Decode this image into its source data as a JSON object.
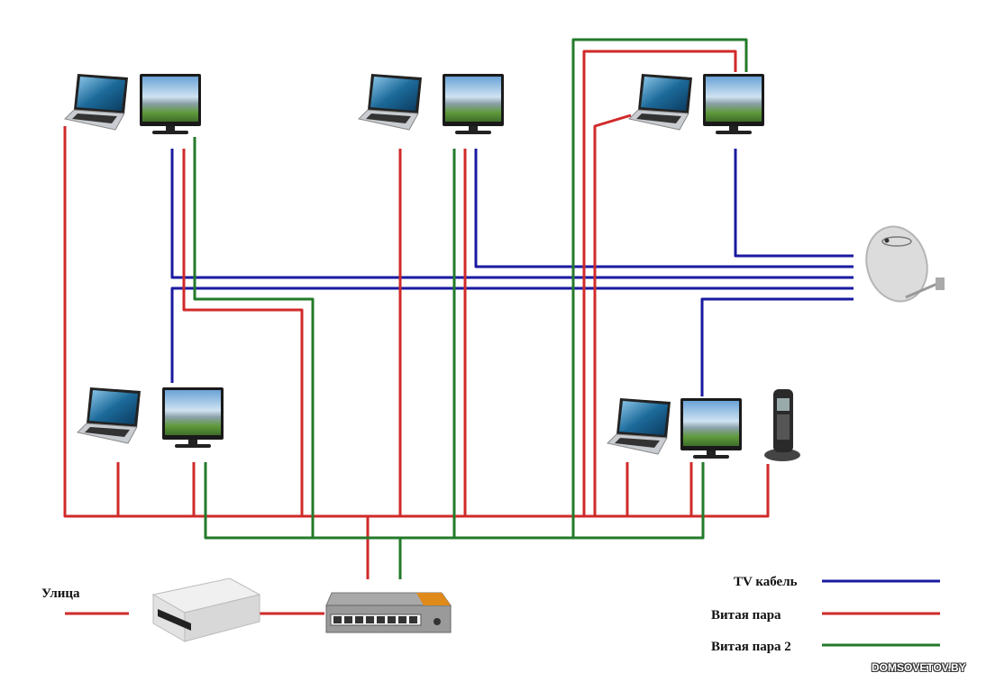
{
  "diagram": {
    "title": "Home network and TV cable wiring diagram",
    "colors": {
      "tv_cable": "#1a1aa0",
      "twisted_pair": "#d02a2a",
      "twisted_pair_2": "#237a2a"
    },
    "legend": [
      {
        "label": "TV кабель",
        "color": "#1a1aa0"
      },
      {
        "label": "Витая пара",
        "color": "#d02a2a"
      },
      {
        "label": "Витая пара 2",
        "color": "#237a2a"
      }
    ],
    "street_label": "Улица",
    "watermark": "DOMSOVETOV.BY",
    "rooms": [
      {
        "name": "room-top-left",
        "devices": [
          "laptop",
          "tv"
        ]
      },
      {
        "name": "room-top-middle",
        "devices": [
          "laptop",
          "tv"
        ]
      },
      {
        "name": "room-top-right",
        "devices": [
          "laptop",
          "tv"
        ]
      },
      {
        "name": "room-bottom-left",
        "devices": [
          "laptop",
          "tv"
        ]
      },
      {
        "name": "room-bottom-right",
        "devices": [
          "laptop",
          "tv",
          "cordless-phone"
        ]
      }
    ],
    "equipment": [
      "modem",
      "network-switch",
      "satellite-dish"
    ]
  }
}
